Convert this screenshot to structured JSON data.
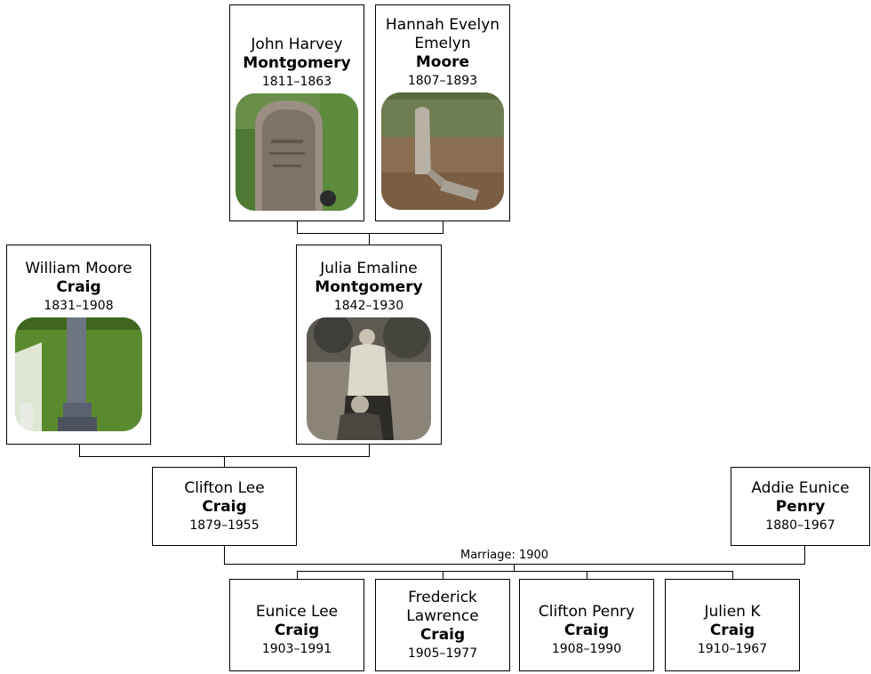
{
  "people": {
    "john": {
      "given": "John Harvey",
      "surname": "Montgomery",
      "dates": "1811–1863"
    },
    "hannah": {
      "given": "Hannah Evelyn Emelyn",
      "surname": "Moore",
      "dates": "1807–1893"
    },
    "william": {
      "given": "William Moore",
      "surname": "Craig",
      "dates": "1831–1908"
    },
    "julia": {
      "given": "Julia Emaline",
      "surname": "Montgomery",
      "dates": "1842–1930"
    },
    "clifton": {
      "given": "Clifton Lee",
      "surname": "Craig",
      "dates": "1879–1955"
    },
    "addie": {
      "given": "Addie Eunice",
      "surname": "Penry",
      "dates": "1880–1967"
    },
    "eunice": {
      "given": "Eunice Lee",
      "surname": "Craig",
      "dates": "1903–1991"
    },
    "frederick": {
      "given": "Frederick Lawrence",
      "surname": "Craig",
      "dates": "1905–1977"
    },
    "clifton_penry": {
      "given": "Clifton Penry",
      "surname": "Craig",
      "dates": "1908–1990"
    },
    "julien": {
      "given": "Julien K",
      "surname": "Craig",
      "dates": "1910–1967"
    }
  },
  "marriage_label": "Marriage: 1900"
}
